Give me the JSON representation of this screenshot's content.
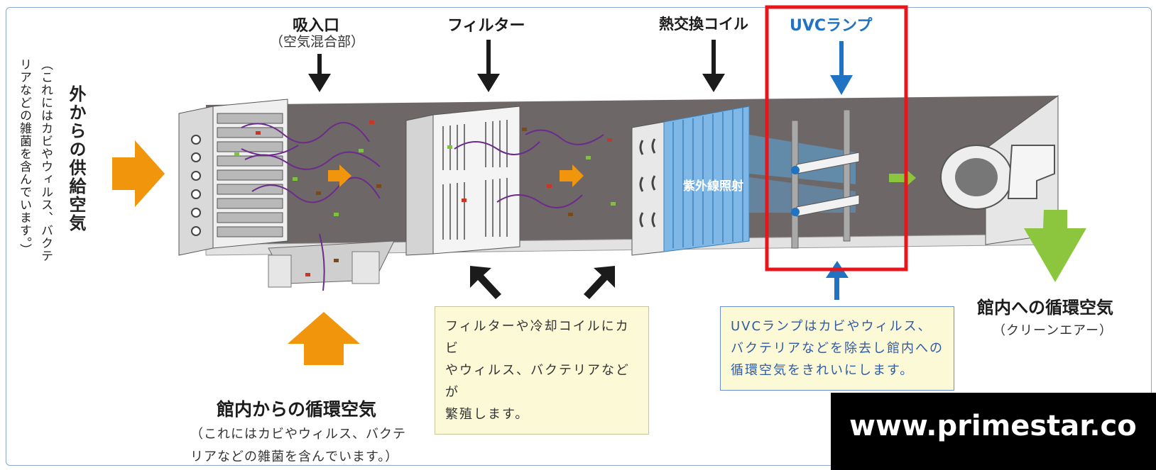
{
  "labels": {
    "intake": "吸入口",
    "intake_sub": "（空気混合部）",
    "filter": "フィルター",
    "coil": "熱交換コイル",
    "uvc": "UVCランプ",
    "uv_irradiation": "紫外線照射",
    "outside_air": "外からの供給空気",
    "outside_note_col1": "（これにはカビやウィルス、バクテ",
    "outside_note_col2": "リアなどの雑菌を含んでいます。）",
    "return_air": "館内からの循環空気",
    "return_note_1": "（これにはカビやウィルス、バクテ",
    "return_note_2": "リアなどの雑菌を含んでいます。）",
    "supply_air": "館内への循環空気",
    "supply_note": "（クリーンエアー）"
  },
  "notes": {
    "filter_box": [
      "フィルターや冷却コイルにカビ",
      "やウィルス、バクテリアなどが",
      "繁殖します。"
    ],
    "uvc_box": [
      "UVCランプはカビやウィルス、",
      "バクテリアなどを除去し館内への",
      "循環空気をきれいにします。"
    ]
  },
  "watermark": "www.primestar.co",
  "colors": {
    "duct": "#6e6767",
    "arrow_orange": "#f0950c",
    "arrow_green": "#8cc63f",
    "uv_blue": "#1f73c2",
    "highlight_red": "#e8151b"
  }
}
